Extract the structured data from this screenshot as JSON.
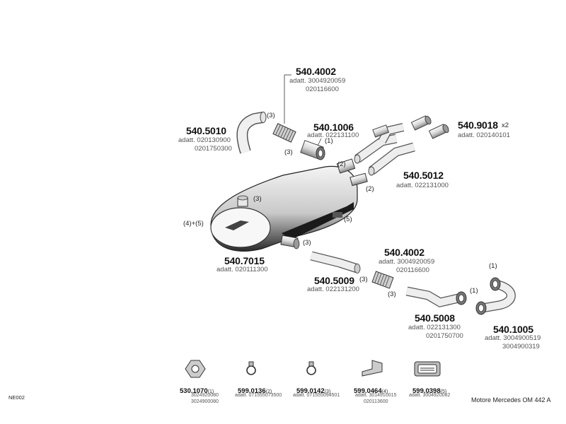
{
  "parts": {
    "p540_4002_top": {
      "number": "540.4002",
      "adatt": "adatt. 3004920059",
      "alt": "020116600"
    },
    "p540_5010": {
      "number": "540.5010",
      "adatt": "adatt. 020130900",
      "alt": "0201750300"
    },
    "p540_1006": {
      "number": "540.1006",
      "adatt": "adatt. 022131100"
    },
    "p540_9018": {
      "number": "540.9018",
      "qty": "x2",
      "adatt": "adatt. 020140101"
    },
    "p540_5012": {
      "number": "540.5012",
      "adatt": "adatt. 022131000"
    },
    "p540_7015": {
      "number": "540.7015",
      "adatt": "adatt. 020111300"
    },
    "p540_4002_mid": {
      "number": "540.4002",
      "adatt": "adatt. 3004920059",
      "alt": "020116600"
    },
    "p540_5009": {
      "number": "540.5009",
      "adatt": "adatt. 022131200"
    },
    "p540_5008": {
      "number": "540.5008",
      "adatt": "adatt. 022131300",
      "alt": "0201750700"
    },
    "p540_1005": {
      "number": "540.1005",
      "adatt": "adatt. 3004900519",
      "alt": "3004900319"
    }
  },
  "callouts": {
    "c3_hose": "(3)",
    "c3_clamp": "(3)",
    "c1_ring": "(1)",
    "c2_a": "(2)",
    "c2_b": "(2)",
    "c45": "(4)+(5)",
    "c3_mid": "(3)",
    "c5": "(5)",
    "c3_outlet": "(3)",
    "c3_5009": "(3)",
    "c3_5008": "(3)",
    "c1_1005_top": "(1)",
    "c1_1005_left": "(1)"
  },
  "footer_parts": [
    {
      "number": "530.1070",
      "qty": "(1)",
      "line1": "3024920080",
      "line2": "3024900080"
    },
    {
      "number": "599.0136",
      "qty": "(2)",
      "line1": "adatt. 071555073500",
      "line2": ""
    },
    {
      "number": "599.0142",
      "qty": "(3)",
      "line1": "adatt. 071555094501",
      "line2": ""
    },
    {
      "number": "599.0464",
      "qty": "(4)",
      "line1": "adatt. 3014910015",
      "line2": "020113600"
    },
    {
      "number": "599.0398",
      "qty": "(5)",
      "line1": "adatt. 3004920082",
      "line2": ""
    }
  ],
  "page_code": "NE002",
  "engine": "Motore Mercedes OM 442 A"
}
